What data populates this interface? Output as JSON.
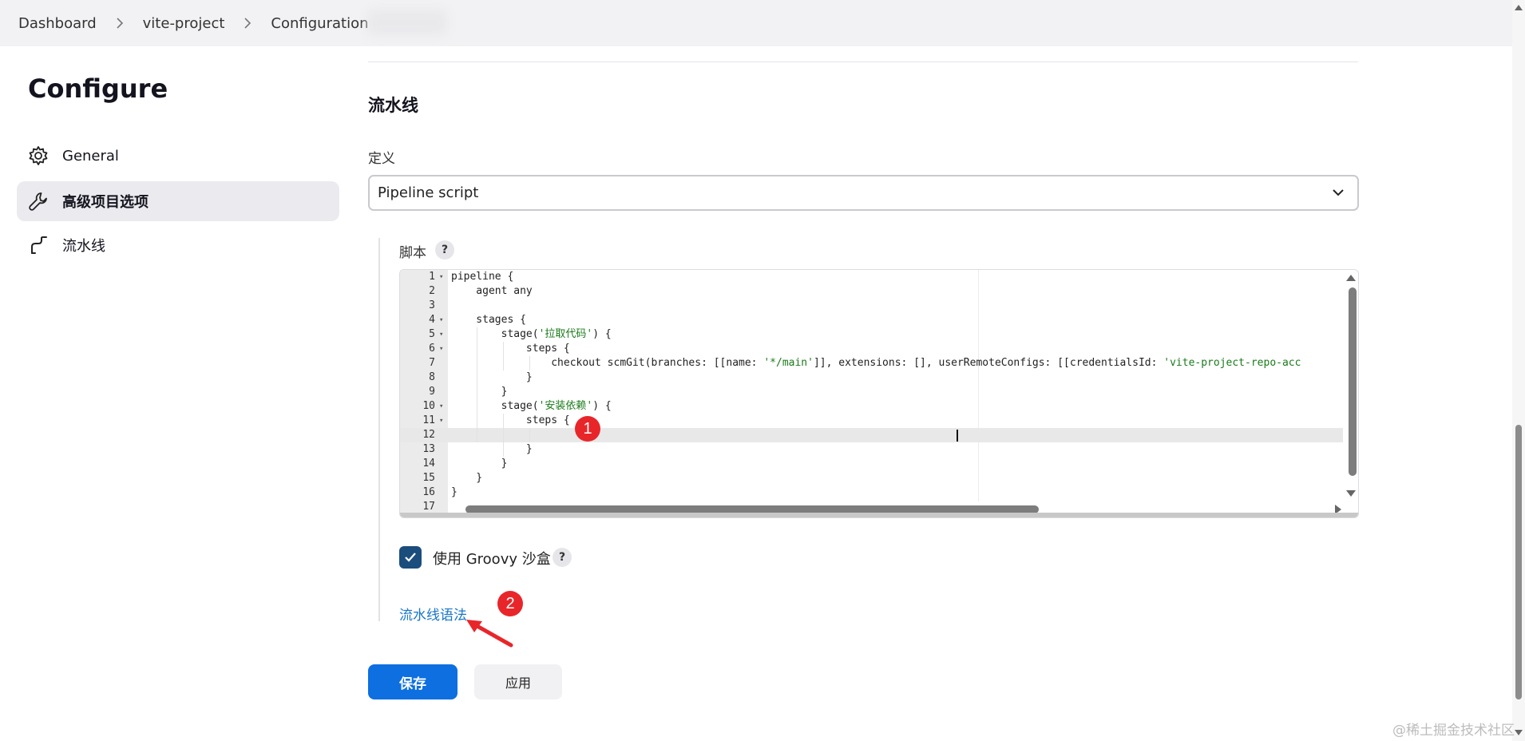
{
  "breadcrumb": {
    "items": [
      "Dashboard",
      "vite-project",
      "Configuration"
    ]
  },
  "sidebar": {
    "title": "Configure",
    "items": [
      {
        "label": "General",
        "icon": "gear-icon",
        "active": false
      },
      {
        "label": "高级项目选项",
        "icon": "wrench-icon",
        "active": true
      },
      {
        "label": "流水线",
        "icon": "pipeline-icon",
        "active": false
      }
    ]
  },
  "main": {
    "section_title": "流水线",
    "definition_label": "定义",
    "definition_value": "Pipeline script",
    "script_label": "脚本",
    "help_symbol": "?",
    "code_lines": [
      {
        "n": "1",
        "fold": true,
        "text": "pipeline {"
      },
      {
        "n": "2",
        "fold": false,
        "text": "    agent any"
      },
      {
        "n": "3",
        "fold": false,
        "text": ""
      },
      {
        "n": "4",
        "fold": true,
        "text": "    stages {"
      },
      {
        "n": "5",
        "fold": true,
        "pre": "        stage(",
        "str": "'拉取代码'",
        "post": ") {"
      },
      {
        "n": "6",
        "fold": true,
        "text": "            steps {"
      },
      {
        "n": "7",
        "fold": false,
        "pre": "                checkout scmGit(branches: [[name: ",
        "str": "'*/main'",
        "post": "]], extensions: [], userRemoteConfigs: [[credentialsId: ",
        "str2": "'vite-project-repo-acc"
      },
      {
        "n": "8",
        "fold": false,
        "text": "            }"
      },
      {
        "n": "9",
        "fold": false,
        "text": "        }"
      },
      {
        "n": "10",
        "fold": true,
        "pre": "        stage(",
        "str": "'安装依赖'",
        "post": ") {"
      },
      {
        "n": "11",
        "fold": true,
        "text": "            steps {"
      },
      {
        "n": "12",
        "fold": false,
        "text": ""
      },
      {
        "n": "13",
        "fold": false,
        "text": "            }"
      },
      {
        "n": "14",
        "fold": false,
        "text": "        }"
      },
      {
        "n": "15",
        "fold": false,
        "text": "    }"
      },
      {
        "n": "16",
        "fold": false,
        "text": "}"
      },
      {
        "n": "17",
        "fold": false,
        "text": ""
      }
    ],
    "sandbox_label": "使用 Groovy 沙盒",
    "sandbox_checked": true,
    "syntax_link": "流水线语法",
    "save_label": "保存",
    "apply_label": "应用"
  },
  "annotations": [
    "1",
    "2"
  ],
  "watermark": "@稀土掘金技术社区",
  "colors": {
    "primary": "#0d6fe0",
    "checkbox": "#1b4d7d",
    "link": "#1976c8",
    "annotation": "#e8262a",
    "code_string": "#1a7a1a"
  }
}
